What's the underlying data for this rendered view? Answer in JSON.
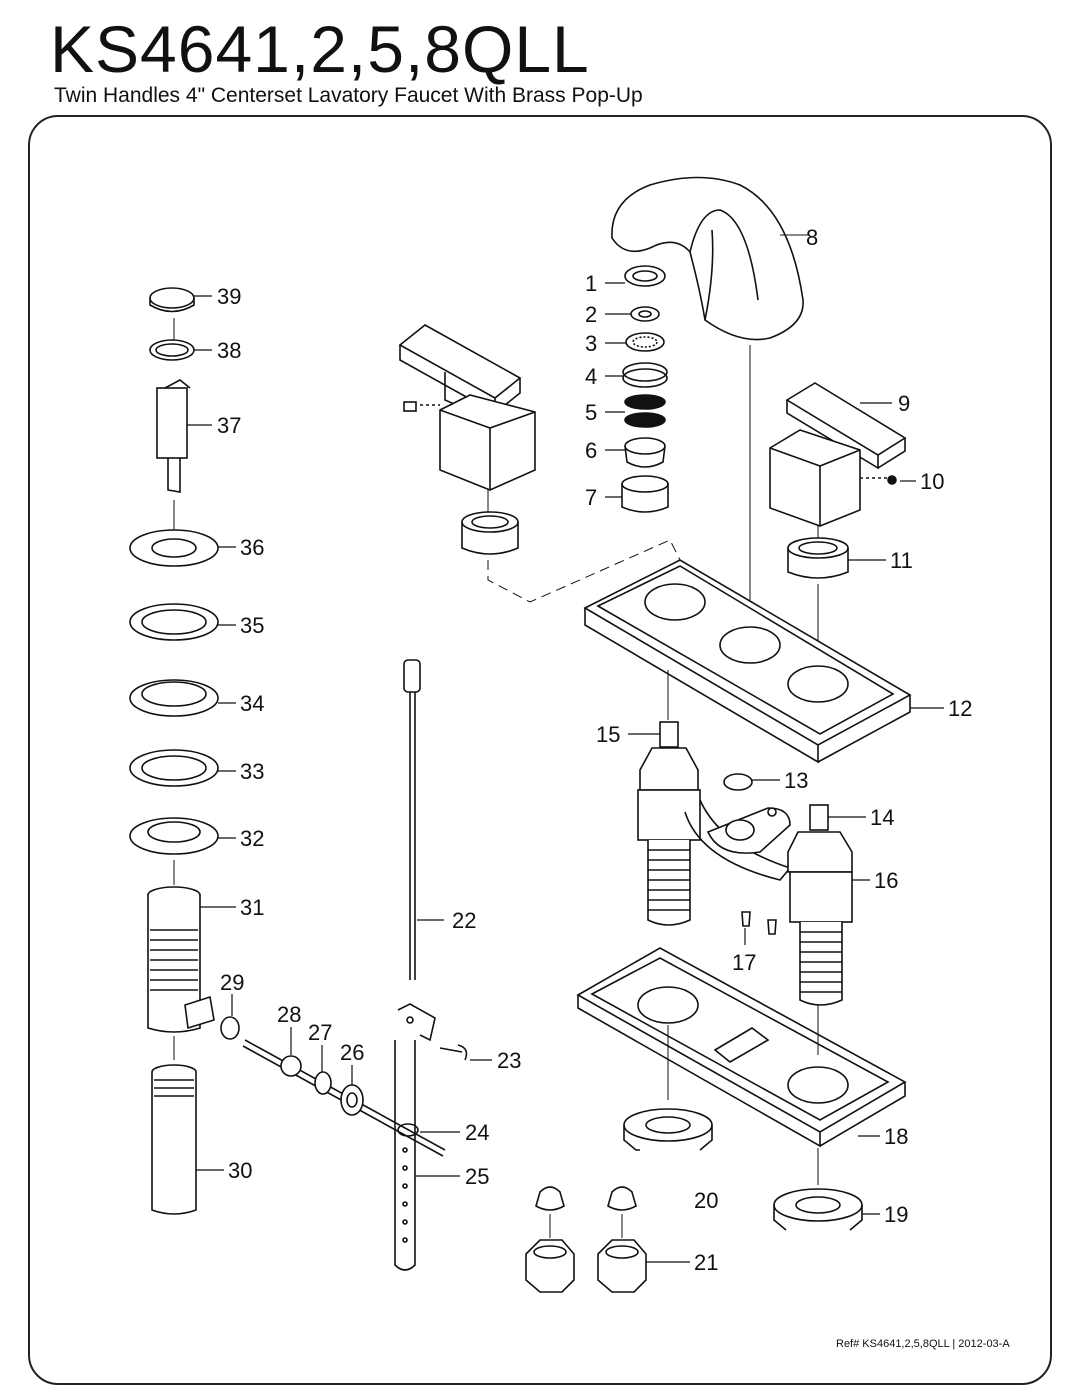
{
  "header": {
    "model": "KS4641,2,5,8QLL",
    "subtitle": "Twin Handles 4\" Centerset Lavatory Faucet With Brass Pop-Up"
  },
  "parts": [
    {
      "id": "1",
      "label": "1"
    },
    {
      "id": "2",
      "label": "2"
    },
    {
      "id": "3",
      "label": "3"
    },
    {
      "id": "4",
      "label": "4"
    },
    {
      "id": "5",
      "label": "5"
    },
    {
      "id": "6",
      "label": "6"
    },
    {
      "id": "7",
      "label": "7"
    },
    {
      "id": "8",
      "label": "8"
    },
    {
      "id": "9",
      "label": "9"
    },
    {
      "id": "10",
      "label": "10"
    },
    {
      "id": "11",
      "label": "11"
    },
    {
      "id": "12",
      "label": "12"
    },
    {
      "id": "13",
      "label": "13"
    },
    {
      "id": "14",
      "label": "14"
    },
    {
      "id": "15",
      "label": "15"
    },
    {
      "id": "16",
      "label": "16"
    },
    {
      "id": "17",
      "label": "17"
    },
    {
      "id": "18",
      "label": "18"
    },
    {
      "id": "19",
      "label": "19"
    },
    {
      "id": "20",
      "label": "20"
    },
    {
      "id": "21",
      "label": "21"
    },
    {
      "id": "22",
      "label": "22"
    },
    {
      "id": "23",
      "label": "23"
    },
    {
      "id": "24",
      "label": "24"
    },
    {
      "id": "25",
      "label": "25"
    },
    {
      "id": "26",
      "label": "26"
    },
    {
      "id": "27",
      "label": "27"
    },
    {
      "id": "28",
      "label": "28"
    },
    {
      "id": "29",
      "label": "29"
    },
    {
      "id": "30",
      "label": "30"
    },
    {
      "id": "31",
      "label": "31"
    },
    {
      "id": "32",
      "label": "32"
    },
    {
      "id": "33",
      "label": "33"
    },
    {
      "id": "34",
      "label": "34"
    },
    {
      "id": "35",
      "label": "35"
    },
    {
      "id": "36",
      "label": "36"
    },
    {
      "id": "37",
      "label": "37"
    },
    {
      "id": "38",
      "label": "38"
    },
    {
      "id": "39",
      "label": "39"
    }
  ],
  "footer": {
    "ref": "Ref# KS4641,2,5,8QLL | 2012-03-A"
  }
}
